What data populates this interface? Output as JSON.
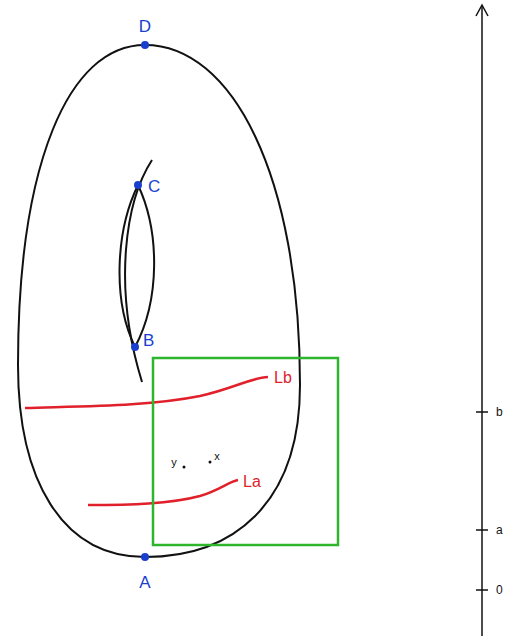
{
  "diagram": {
    "labels": [
      "D",
      "C",
      "B",
      "A",
      "Lb",
      "La",
      "y",
      "x",
      "b",
      "a",
      "0"
    ]
  }
}
